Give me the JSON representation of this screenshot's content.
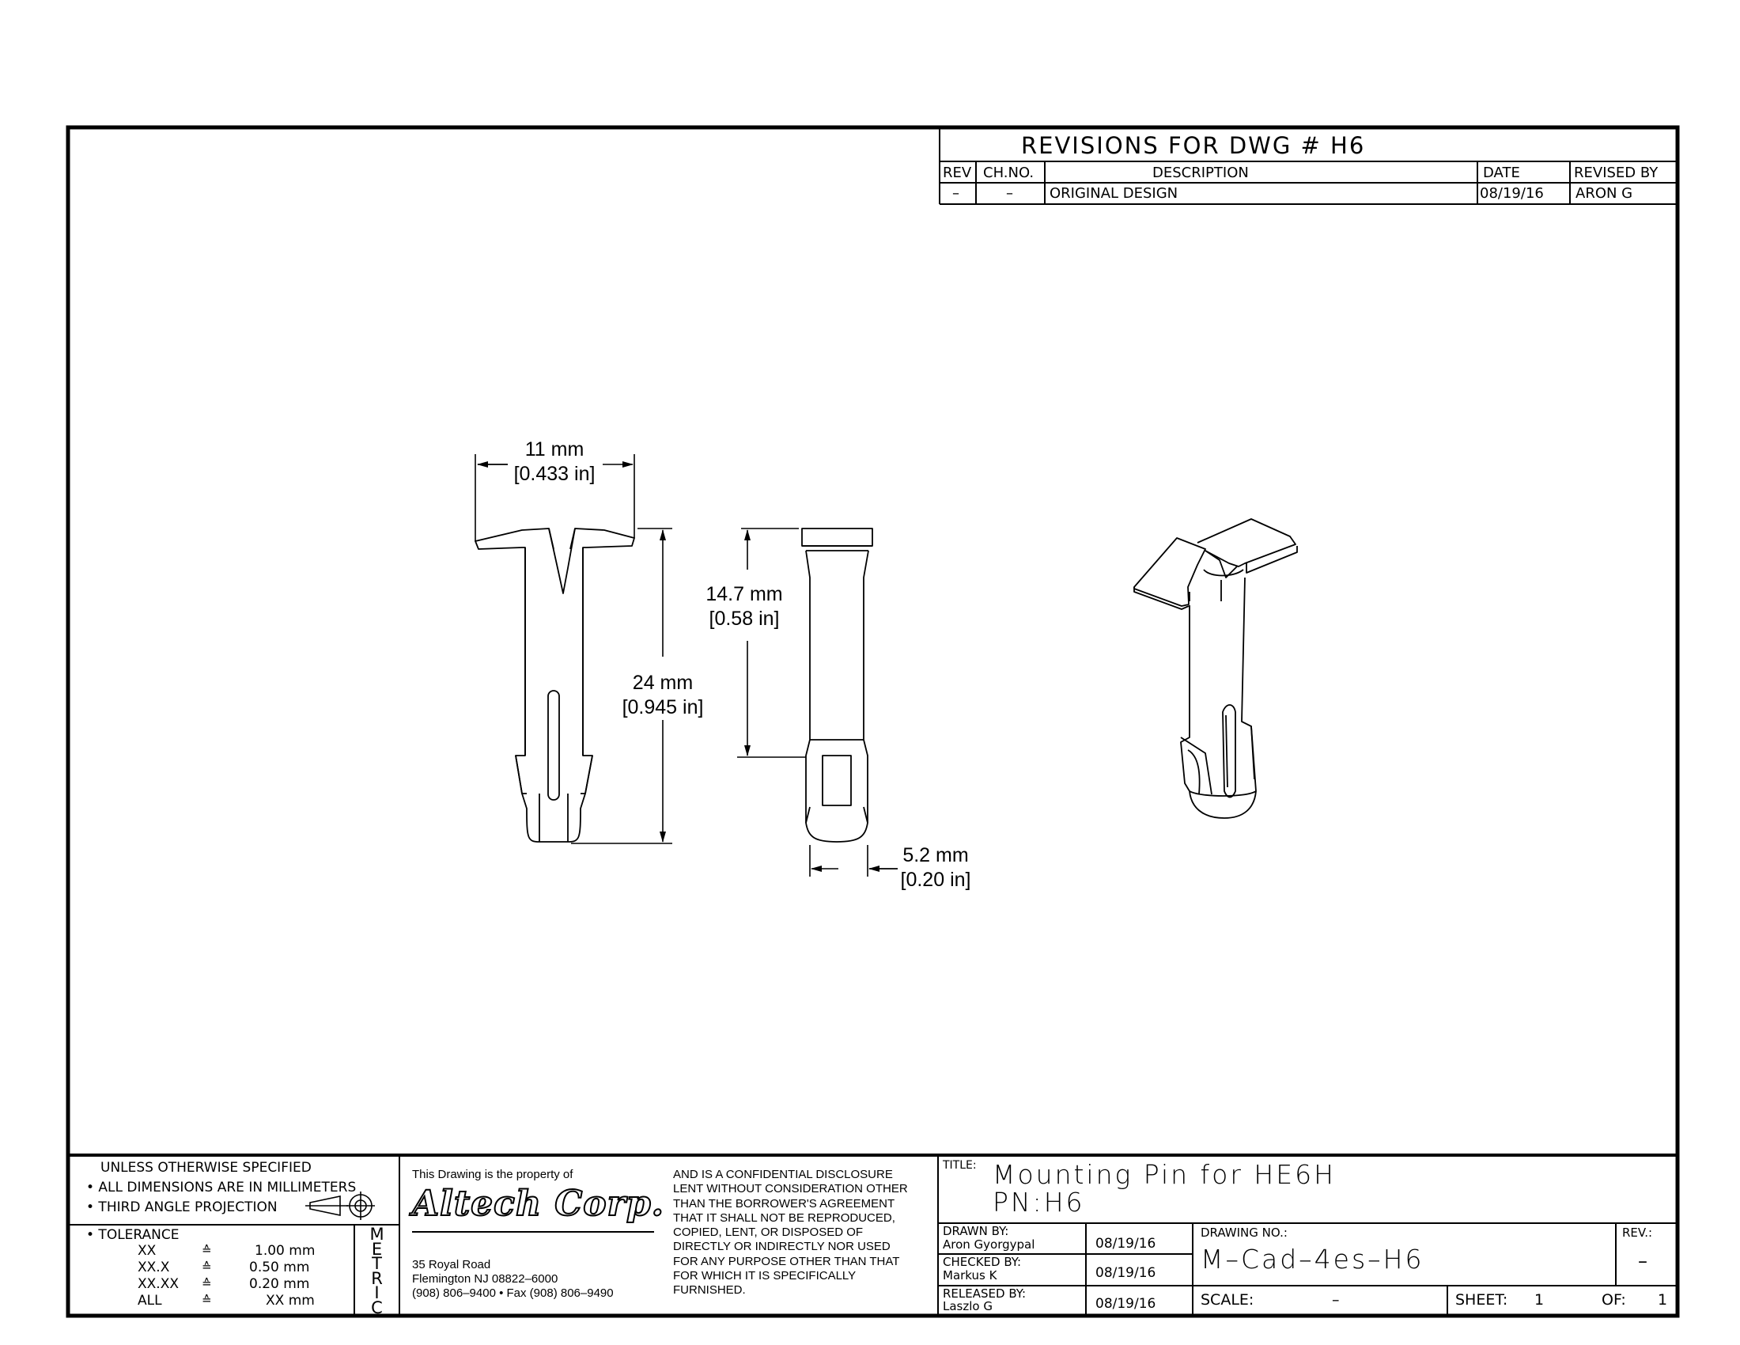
{
  "revisions": {
    "title": "REVISIONS FOR DWG # H6",
    "headers": {
      "rev": "REV",
      "chno": "CH.NO.",
      "description": "DESCRIPTION",
      "date": "DATE",
      "revised_by": "REVISED BY"
    },
    "rows": [
      {
        "rev": "–",
        "chno": "–",
        "description": "ORIGINAL DESIGN",
        "date": "08/19/16",
        "revised_by": "ARON G"
      }
    ]
  },
  "dimensions": {
    "width": {
      "mm": "11 mm",
      "in": "[0.433 in]"
    },
    "length": {
      "mm": "24 mm",
      "in": "[0.945 in]"
    },
    "slot": {
      "mm": "14.7 mm",
      "in": "[0.58 in]"
    },
    "diameter": {
      "mm": "5.2 mm",
      "in": "[0.20 in]"
    }
  },
  "spec": {
    "line1": "UNLESS OTHERWISE SPECIFIED",
    "line2": "• ALL DIMENSIONS ARE IN MILLIMETERS",
    "line3": "• THIRD ANGLE PROJECTION",
    "tolerance_label": "• TOLERANCE",
    "tolerances": [
      {
        "pattern": "XX",
        "symbol": "≙",
        "value": "1.00 mm"
      },
      {
        "pattern": "XX.X",
        "symbol": "≙",
        "value": "0.50 mm"
      },
      {
        "pattern": "XX.XX",
        "symbol": "≙",
        "value": "0.20 mm"
      },
      {
        "pattern": "ALL",
        "symbol": "≙",
        "value": "XX mm"
      }
    ],
    "metric_letters": [
      "M",
      "E",
      "T",
      "R",
      "I",
      "C"
    ]
  },
  "company": {
    "property_text": "This Drawing is the property of",
    "logo_text": "Altech Corp.",
    "address1": "35 Royal Road",
    "address2": "Flemington NJ 08822–6000",
    "phone": "(908) 806–9400 • Fax (908) 806–9490",
    "confidential": [
      "AND IS A CONFIDENTIAL DISCLOSURE",
      "LENT WITHOUT CONSIDERATION OTHER",
      "THAN THE BORROWER'S AGREEMENT",
      "THAT IT SHALL NOT BE REPRODUCED,",
      "COPIED, LENT, OR DISPOSED OF",
      "DIRECTLY OR INDIRECTLY NOR USED",
      "FOR ANY PURPOSE OTHER THAN THAT",
      "FOR WHICH IT IS SPECIFICALLY",
      "FURNISHED."
    ]
  },
  "title_block": {
    "title_label": "TITLE:",
    "title_line1": "Mounting Pin for HE6H",
    "title_line2": "PN:H6",
    "drawn_label": "DRAWN BY:",
    "drawn_name": "Aron Gyorgypal",
    "drawn_date": "08/19/16",
    "checked_label": "CHECKED BY:",
    "checked_name": "Markus K",
    "checked_date": "08/19/16",
    "released_label": "RELEASED BY:",
    "released_name": "Laszlo G",
    "released_date": "08/19/16",
    "drawing_no_label": "DRAWING NO.:",
    "drawing_no": "M–Cad–4es–H6",
    "rev_label": "REV.:",
    "rev_value": "–",
    "scale_label": "SCALE:",
    "scale_value": "–",
    "sheet_label": "SHEET:",
    "sheet_value": "1",
    "of_label": "OF:",
    "of_value": "1"
  }
}
